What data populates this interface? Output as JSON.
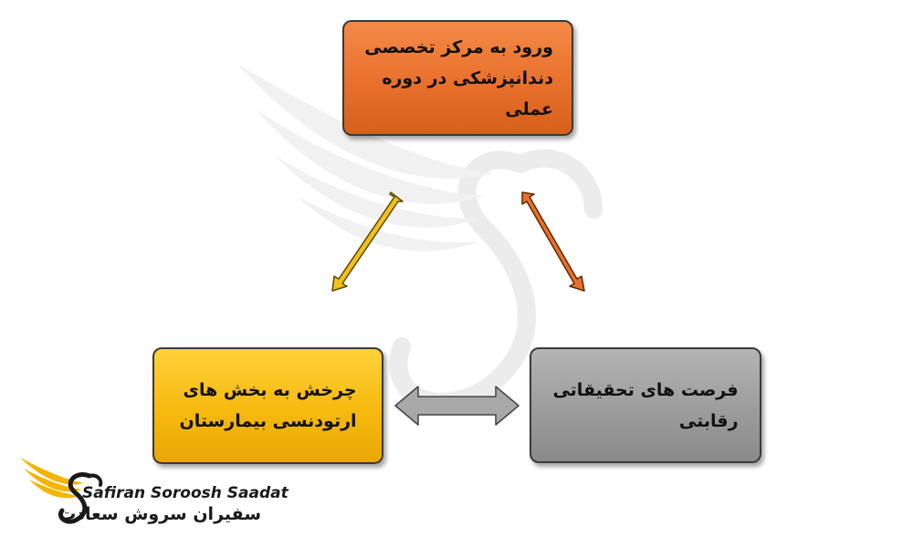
{
  "boxes": {
    "top": {
      "line1": "ورود به مرکز تخصصی",
      "line2": "دندانپزشکی در دوره عملی",
      "color": "#e8702c"
    },
    "left": {
      "line1": "چرخش به بخش های",
      "line2": "ارتودنسی بیمارستان",
      "color": "#f6b90f"
    },
    "right": {
      "line1": "فرصت های تحقیقاتی",
      "line2": "رقابتی",
      "color": "#9c9c9c"
    }
  },
  "arrows": {
    "top_left": {
      "color": "#f4c01a"
    },
    "top_right": {
      "color": "#e8702c"
    },
    "bottom": {
      "color": "#a8a8a8"
    }
  },
  "logo": {
    "name_en": "Safiran Soroosh Saadat",
    "name_fa": "سفیران سروش سعادت",
    "accent": "#f4b400"
  }
}
